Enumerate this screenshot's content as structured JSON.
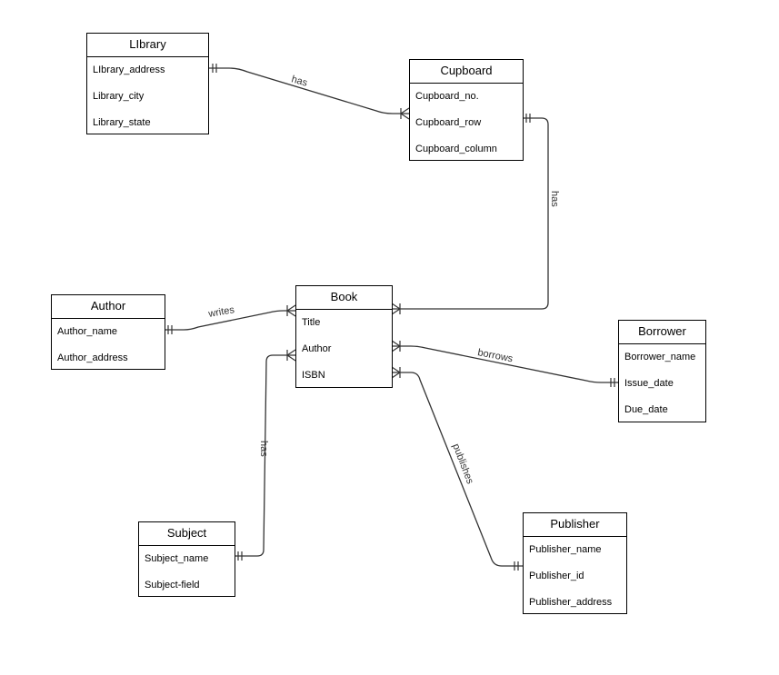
{
  "entities": {
    "library": {
      "title": "LIbrary",
      "attrs": [
        "LIbrary_address",
        "Library_city",
        "Library_state"
      ]
    },
    "cupboard": {
      "title": "Cupboard",
      "attrs": [
        "Cupboard_no.",
        "Cupboard_row",
        "Cupboard_column"
      ]
    },
    "author": {
      "title": "Author",
      "attrs": [
        "Author_name",
        "Author_address"
      ]
    },
    "book": {
      "title": "Book",
      "attrs": [
        "Title",
        "Author",
        "ISBN"
      ]
    },
    "borrower": {
      "title": "Borrower",
      "attrs": [
        "Borrower_name",
        "Issue_date",
        "Due_date"
      ]
    },
    "subject": {
      "title": "Subject",
      "attrs": [
        "Subject_name",
        "Subject-field"
      ]
    },
    "publisher": {
      "title": "Publisher",
      "attrs": [
        "Publisher_name",
        "Publisher_id",
        "Publisher_address"
      ]
    }
  },
  "relationships": {
    "library_cupboard": "has",
    "cupboard_book": "has",
    "author_book": "writes",
    "book_borrower": "borrows",
    "subject_book": "has",
    "book_publisher": "publishes"
  }
}
